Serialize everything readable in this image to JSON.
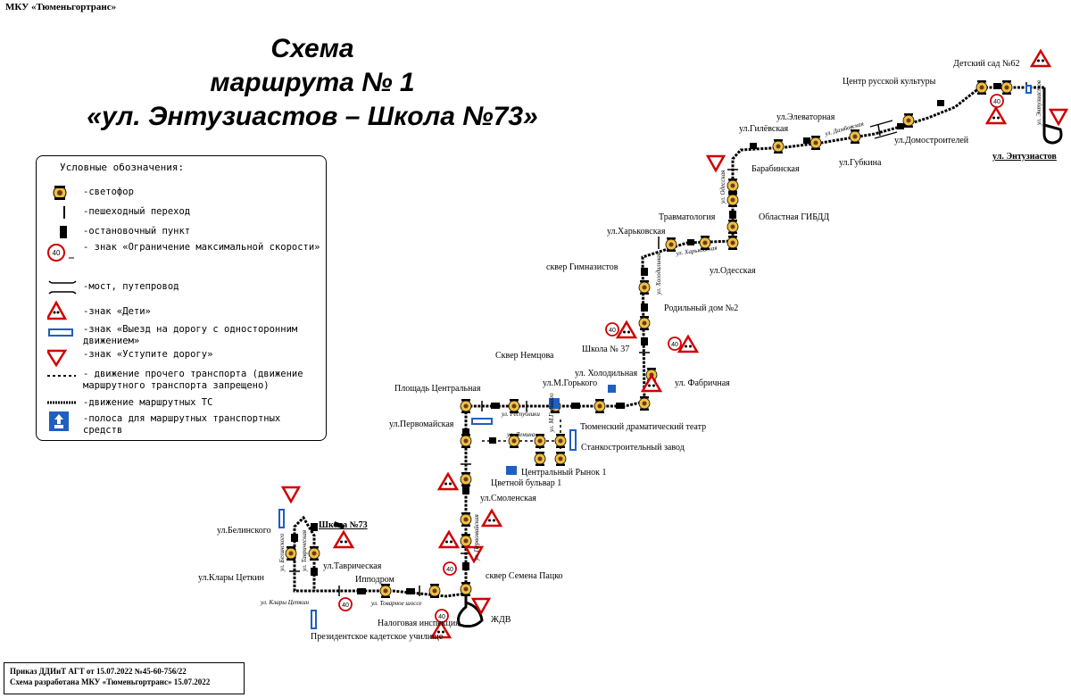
{
  "organization": "МКУ «Тюменьгортранс»",
  "title": {
    "line1": "Схема",
    "line2": "маршрута № 1",
    "line3": "«ул. Энтузиастов – Школа №73»"
  },
  "legend": {
    "heading": "Условные обозначения:",
    "items": [
      {
        "icon": "traffic-light-icon",
        "text": "-светофор"
      },
      {
        "icon": "crosswalk-icon",
        "text": "-пешеходный переход"
      },
      {
        "icon": "bus-stop-icon",
        "text": "-остановочный пункт"
      },
      {
        "icon": "speed-limit-40-icon",
        "text": "- знак «Ограничение максимальной скорости»",
        "speed": "40"
      },
      {
        "icon": "bridge-icon",
        "text": "-мост, путепровод"
      },
      {
        "icon": "children-sign-icon",
        "text": "-знак «Дети»"
      },
      {
        "icon": "one-way-exit-sign-icon",
        "text": "-знак «Выезд на дорогу с односторонним движением»"
      },
      {
        "icon": "yield-sign-icon",
        "text": "-знак «Уступите дорогу»"
      },
      {
        "icon": "dashed-line-icon",
        "text": "- движение прочего транспорта (движение маршрутного транспорта запрещено)"
      },
      {
        "icon": "route-line-icon",
        "text": "-движение маршрутных ТС"
      },
      {
        "icon": "bus-lane-icon",
        "text": "-полоса для маршрутных транспортных средств"
      }
    ]
  },
  "stops": {
    "detsky_sad": "Детский сад №62",
    "centr_kultury": "Центр русской культуры",
    "elevatornaya": "ул.Элеваторная",
    "gilevskaya": "ул.Гилёвская",
    "domostroiteley": "ул.Домостроителей",
    "gubkina": "ул.Губкина",
    "barabinskaya": "Барабинская",
    "entuziastov": "ул. Энтузиастов",
    "oblastnaya_gibdd": "Областная ГИБДД",
    "travmatologiya": "Травматология",
    "kharkovskaya": "ул.Харьковская",
    "odesskaya": "ул.Одесская",
    "skver_gimnazistov": "сквер Гимназистов",
    "roddom": "Родильный дом №2",
    "shkola37": "Школа № 37",
    "kholodilnaya": "ул. Холодильная",
    "fabrichnaya": "ул. Фабричная",
    "skver_nemtsova": "Сквер Немцова",
    "ploshchad": "Площадь Центральная",
    "gorkogo": "ул.М.Горького",
    "teatr": "Тюменский драматический театр",
    "pervomayskaya": "ул.Первомайская",
    "stankozavod": "Станкостроительный завод",
    "tsentr_rynok": "Центральный Рынок 1",
    "tsvetnoy": "Цветной бульвар 1",
    "smolenskaya": "ул.Смоленская",
    "skver_patsko": "сквер Семена Пацко",
    "zhdv": "ЖДВ",
    "nalogovaya": "Налоговая инспекция",
    "ippodrom": "Ипподром",
    "tavricheskaya": "ул.Таврическая",
    "shkola73": "Школа №73",
    "belinskogo": "ул.Белинского",
    "klary": "ул.Клары Цеткин",
    "kadetskoe": "Президентское кадетское училище"
  },
  "streets": {
    "damovskaya": "ул. Дамбовская",
    "odesskaya": "ул. Одесская",
    "kharkovskaya": "ул. Харьковская",
    "kholodilnaya": "ул. Холодильная",
    "respubliki": "ул. Республики",
    "lenina": "ул. Ленина",
    "mgorkogo": "ул. М.Горького",
    "pervomayskaya": "ул. Первомайская",
    "tovarnoe": "ул. Товарное шоссе",
    "tavricheskaya": "ул. Таврическая",
    "belinskogo": "ул. Белинского",
    "klary": "ул. Клары Цеткин",
    "entuziastov": "ул. Энтузиастов"
  },
  "speed_sign_value": "40",
  "footer": {
    "line1": "Приказ ДДИиТ АГТ от 15.07.2022 №45-60-756/22",
    "line2": "Схема разработана МКУ «Тюменьгортранс» 15.07.2022"
  },
  "colors": {
    "sign_red": "#d00000",
    "sign_blue": "#1f5fbf",
    "route": "#000000"
  }
}
